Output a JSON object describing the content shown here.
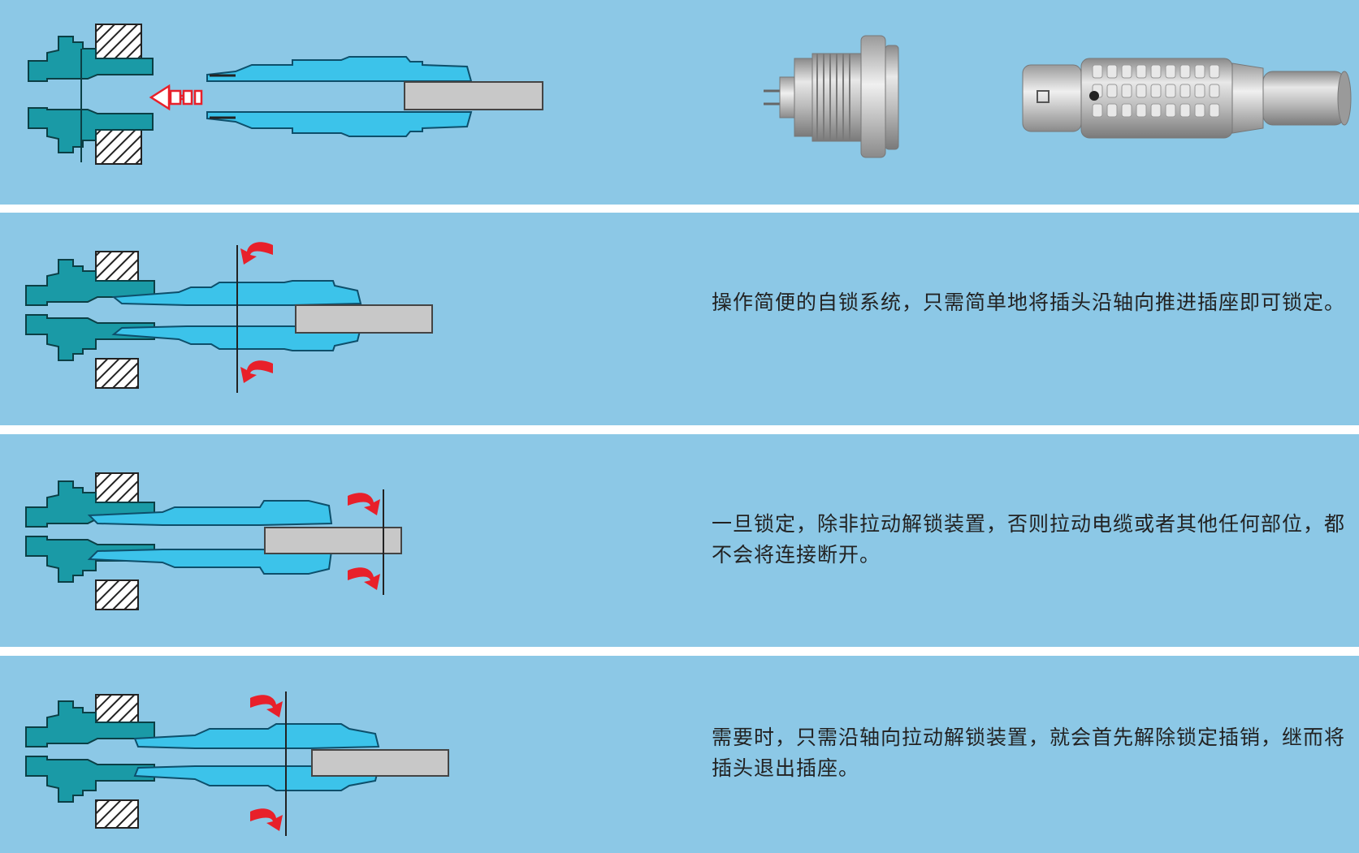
{
  "colors": {
    "background": "#8cc8e6",
    "divider": "#ffffff",
    "receptacle": "#1a9aa6",
    "plug": "#3cc3ea",
    "cable": "#c8c8c8",
    "arrow": "#e8202a",
    "metal": "#b8b8b8"
  },
  "icons": {
    "insert_arrow": "left-outline-arrow-icon",
    "push_arrow": "curved-arrow-icon"
  },
  "steps": [
    {
      "caption": ""
    },
    {
      "caption": "操作简便的自锁系统，只需简单地将插头沿轴向推进插座即可锁定。"
    },
    {
      "caption": "一旦锁定，除非拉动解锁装置，否则拉动电缆或者其他任何部位，都不会将连接断开。"
    },
    {
      "caption": "需要时，只需沿轴向拉动解锁装置，就会首先解除锁定插销，继而将插头退出插座。"
    }
  ]
}
